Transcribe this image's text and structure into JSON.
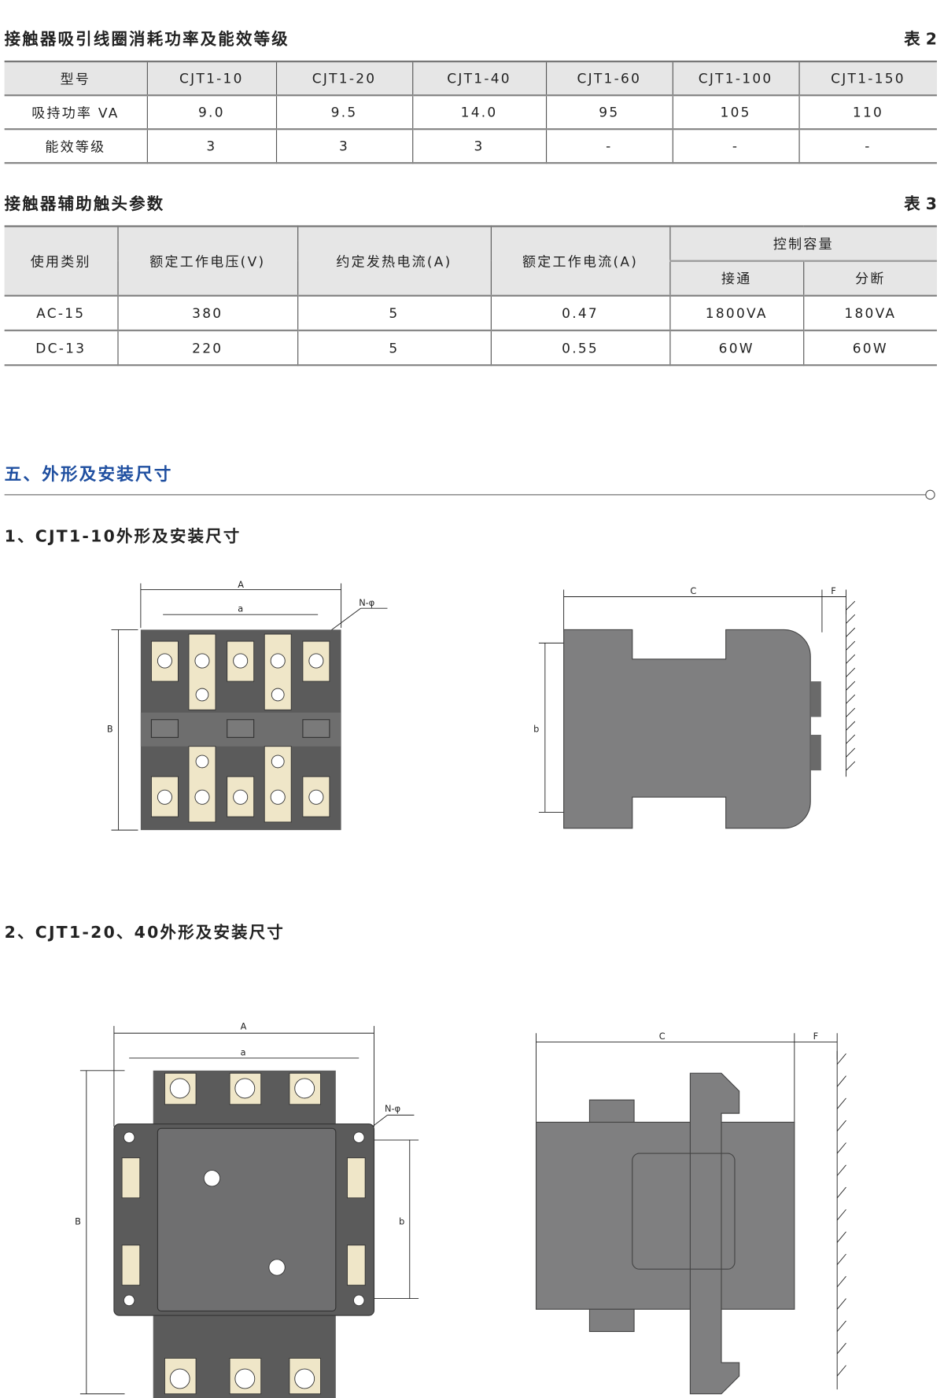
{
  "table2": {
    "title": "接触器吸引线圈消耗功率及能效等级",
    "tag": "表 2",
    "headers": [
      "型号",
      "CJT1-10",
      "CJT1-20",
      "CJT1-40",
      "CJT1-60",
      "CJT1-100",
      "CJT1-150"
    ],
    "rows": [
      [
        "吸持功率 VA",
        "9.0",
        "9.5",
        "14.0",
        "95",
        "105",
        "110"
      ],
      [
        "能效等级",
        "3",
        "3",
        "3",
        "-",
        "-",
        "-"
      ]
    ]
  },
  "table3": {
    "title": "接触器辅助触头参数",
    "tag": "表 3",
    "headers": [
      "使用类别",
      "额定工作电压(V)",
      "约定发热电流(A)",
      "额定工作电流(A)",
      "控制容量",
      "接通",
      "分断"
    ],
    "rows": [
      [
        "AC-15",
        "380",
        "5",
        "0.47",
        "1800VA",
        "180VA"
      ],
      [
        "DC-13",
        "220",
        "5",
        "0.55",
        "60W",
        "60W"
      ]
    ]
  },
  "section": {
    "title": "五、外形及安装尺寸",
    "color": "#1f4fa0"
  },
  "fig1": {
    "title": "1、CJT1-10外形及安装尺寸",
    "labels": {
      "A": "A",
      "a": "a",
      "B": "B",
      "b": "b",
      "C": "C",
      "F": "F",
      "N": "N-φ"
    }
  },
  "fig2": {
    "title": "2、CJT1-20、40外形及安装尺寸",
    "labels": {
      "A": "A",
      "a": "a",
      "B": "B",
      "b": "b",
      "C": "C",
      "F": "F",
      "N": "N-φ"
    }
  }
}
